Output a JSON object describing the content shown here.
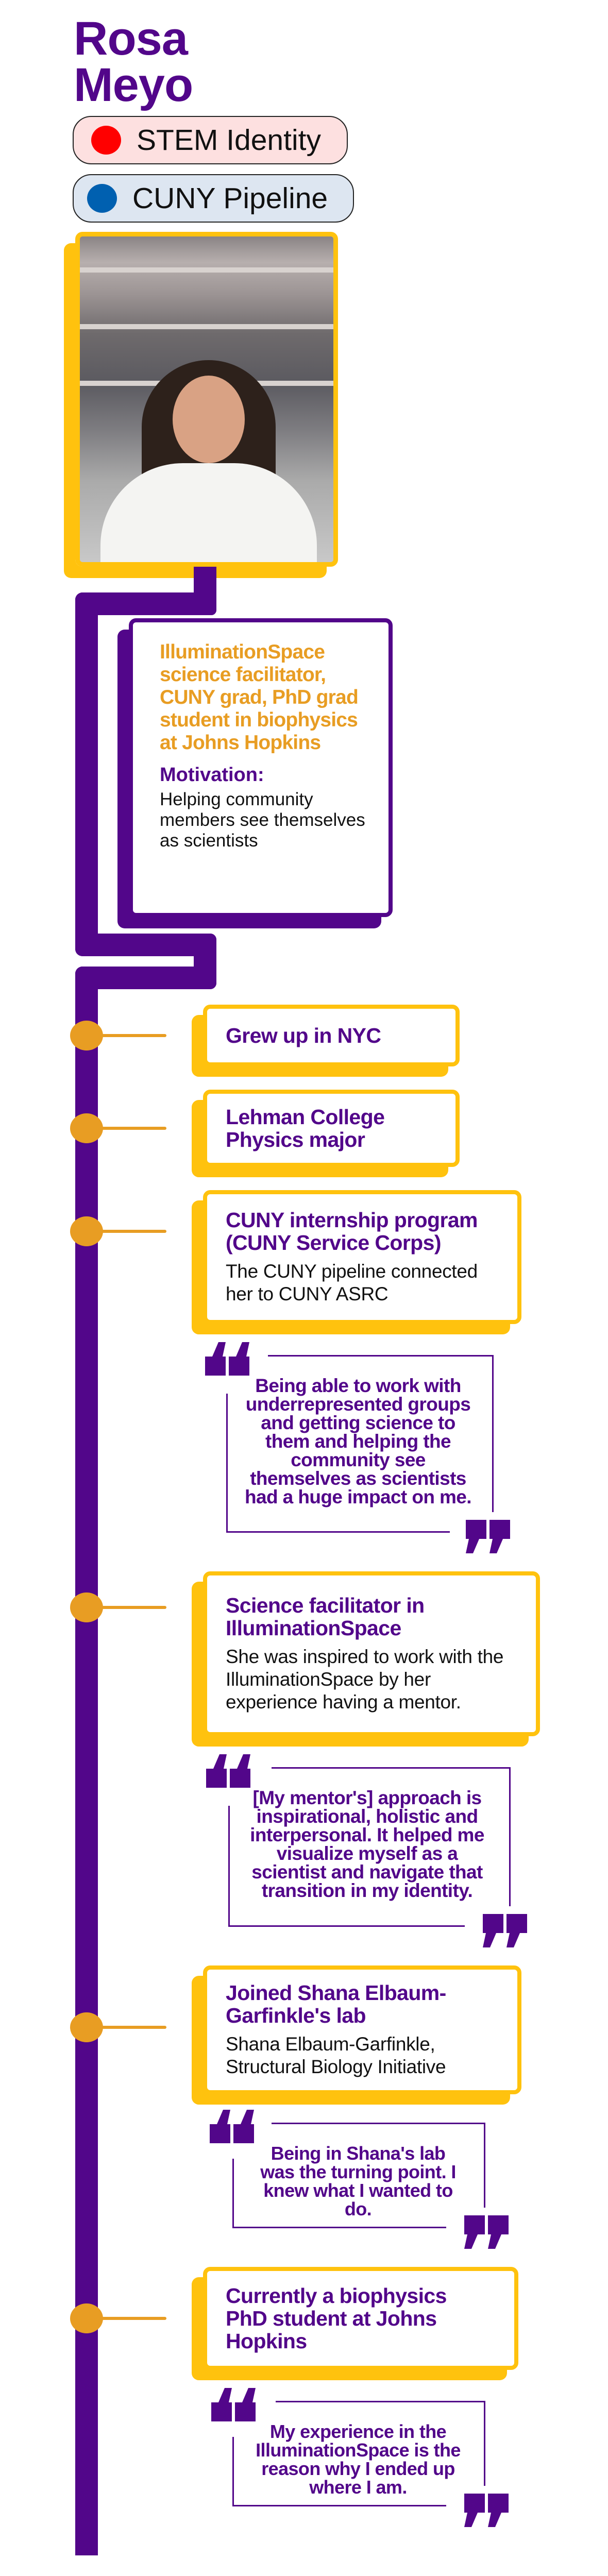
{
  "profile": {
    "name_first": "Rosa",
    "name_last": "Meyo",
    "tags": [
      {
        "label": "STEM Identity",
        "color": "#ff0000",
        "bg": "#fde0e0"
      },
      {
        "label": "CUNY Pipeline",
        "color": "#0060b0",
        "bg": "#dde6f1"
      }
    ],
    "role": "IlluminationSpace science facilitator, CUNY grad, PhD grad student in biophysics at Johns Hopkins",
    "motivation_label": "Motivation:",
    "motivation": "Helping community members see themselves as scientists"
  },
  "colors": {
    "purple": "#52068a",
    "yellow": "#ffc20e",
    "orange": "#e89d23"
  },
  "timeline": [
    {
      "title": "Grew up in NYC"
    },
    {
      "title": "Lehman College Physics major"
    },
    {
      "title": "CUNY internship program (CUNY Service Corps)",
      "body": "The CUNY pipeline connected her to CUNY ASRC"
    },
    {
      "title": "Science facilitator in IlluminationSpace",
      "body": "She was inspired to work with the IlluminationSpace by her experience having a mentor."
    },
    {
      "title": "Joined Shana Elbaum-Garfinkle's lab",
      "body": "Shana Elbaum-Garfinkle, Structural Biology Initiative"
    },
    {
      "title": "Currently a biophysics PhD student at Johns Hopkins"
    }
  ],
  "quotes": [
    "Being able to work with underrepresented groups and getting science to them and helping the community see themselves as scientists had a huge impact on me.",
    "[My mentor's] approach is inspirational, holistic and interpersonal. It helped me visualize myself as a scientist and navigate that transition in my identity.",
    "Being in Shana's lab was the turning point. I knew what I wanted to do.",
    "My experience in the IlluminationSpace is the reason why I ended up where I am."
  ]
}
